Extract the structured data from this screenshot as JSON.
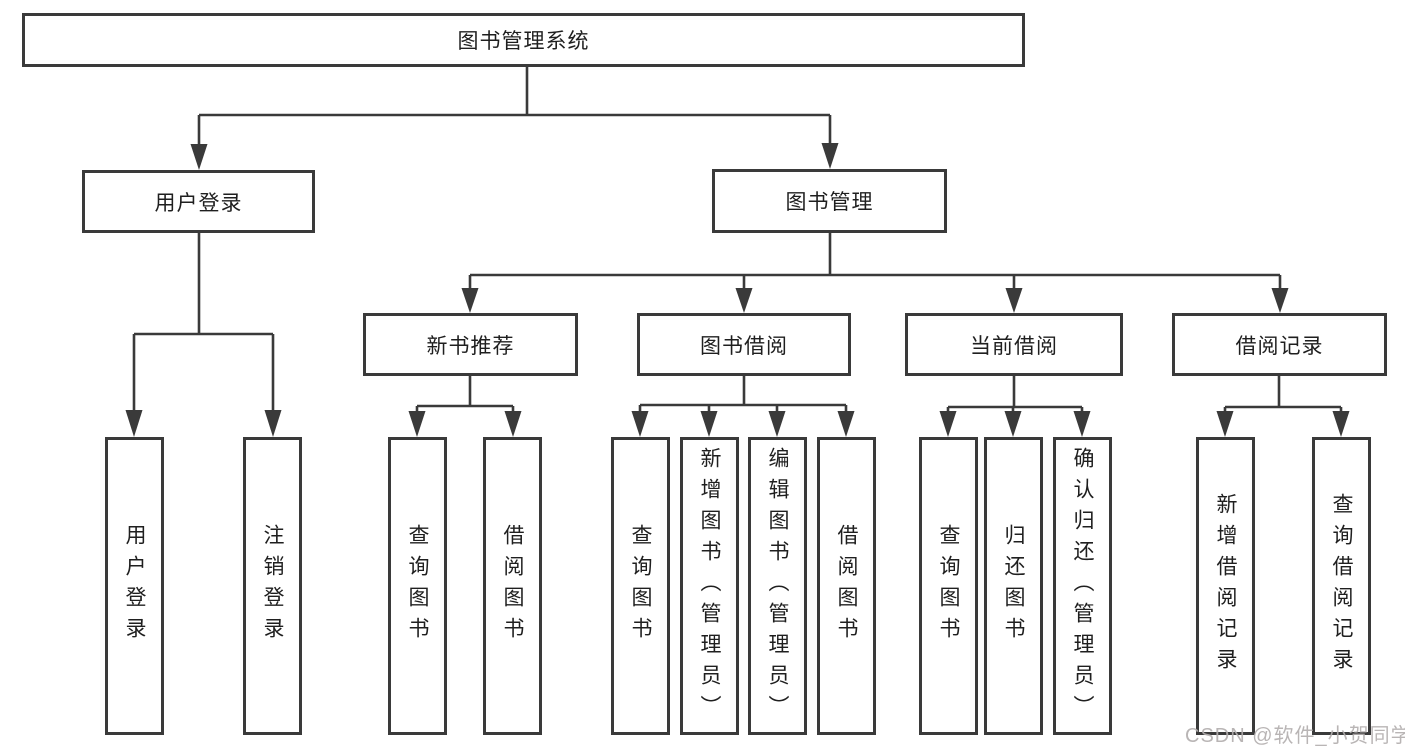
{
  "tree": {
    "label": "图书管理系统",
    "children": [
      {
        "label": "用户登录",
        "children": [
          {
            "label": "用户登录"
          },
          {
            "label": "注销登录"
          }
        ]
      },
      {
        "label": "图书管理",
        "children": [
          {
            "label": "新书推荐",
            "children": [
              {
                "label": "查询图书"
              },
              {
                "label": "借阅图书"
              }
            ]
          },
          {
            "label": "图书借阅",
            "children": [
              {
                "label": "查询图书"
              },
              {
                "label": "新增图书（管理员）"
              },
              {
                "label": "编辑图书（管理员）"
              },
              {
                "label": "借阅图书"
              }
            ]
          },
          {
            "label": "当前借阅",
            "children": [
              {
                "label": "查询图书"
              },
              {
                "label": "归还图书"
              },
              {
                "label": "确认归还（管理员）"
              }
            ]
          },
          {
            "label": "借阅记录",
            "children": [
              {
                "label": "新增借阅记录"
              },
              {
                "label": "查询借阅记录"
              }
            ]
          }
        ]
      }
    ]
  },
  "watermark": "CSDN @软件_小贺同学",
  "colors": {
    "line": "#3a3a3a",
    "text": "#1f1f1f",
    "background": "#ffffff",
    "watermark": "#b2aeae"
  }
}
